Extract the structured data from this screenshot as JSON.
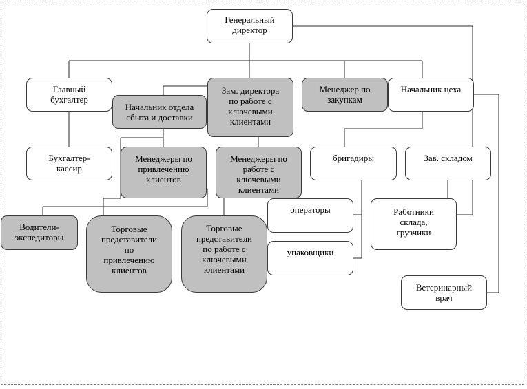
{
  "diagram": {
    "colors": {
      "highlight_fill": "#c0c0c0",
      "plain_fill": "#ffffff",
      "line": "#2b2b2b"
    },
    "nodes": {
      "general_director": "Генеральный\nдиректор",
      "chief_accountant": "Главный\nбухгалтер",
      "deputy_key_clients": "Зам. директора\nпо работе с\nключевыми\nклиентами",
      "purchasing_manager": "Менеджер по\nзакупкам",
      "workshop_head": "Начальник цеха",
      "sales_dept_head": "Начальник отдела\nсбыта и доставки",
      "cashier_accountant": "Бухгалтер-\nкассир",
      "client_acquisition_managers": "Менеджеры по\nпривлечению\nклиентов",
      "key_client_managers": "Менеджеры по\nработе с\nключевыми\nклиентами",
      "foremen": "бригадиры",
      "warehouse_head": "Зав. складом",
      "operators": "операторы",
      "warehouse_workers": "Работники\nсклада,\nгрузчики",
      "forwarding_drivers": "Водители-\nэкспедиторы",
      "sales_reps_acquisition": "Торговые\nпредставители\nпо\nпривлечению\nклиентов",
      "sales_reps_key_clients": "Торговые\nпредставители\nпо работе с\nключевыми\nклиентами",
      "packers": "упаковщики",
      "veterinarian": "Ветеринарный\nврач"
    }
  }
}
